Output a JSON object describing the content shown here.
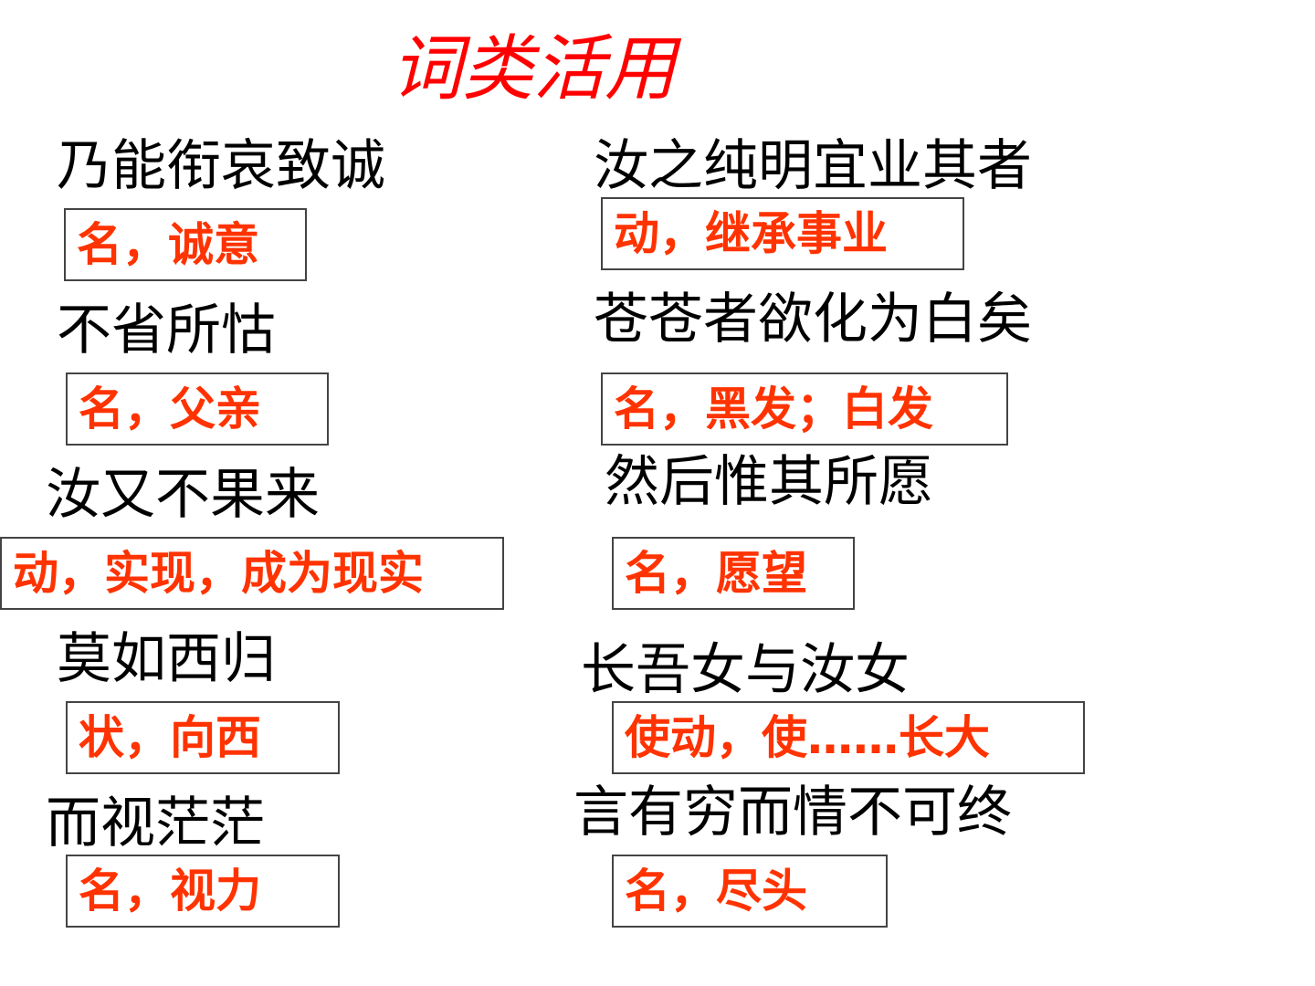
{
  "title": "词类活用",
  "colors": {
    "title": "#ff0000",
    "answer": "#ff3300",
    "phrase": "#000000",
    "box_border": "#444444"
  },
  "left_column": [
    {
      "phrase": "乃能衔哀致诚",
      "answer": "名，诚意"
    },
    {
      "phrase": "不省所怙",
      "answer": "名，父亲"
    },
    {
      "phrase": "汝又不果来",
      "answer": "动，实现，成为现实"
    },
    {
      "phrase": "莫如西归",
      "answer": "状，向西"
    },
    {
      "phrase": "而视茫茫",
      "answer": "名，视力"
    }
  ],
  "right_column": [
    {
      "phrase": "汝之纯明宜业其者",
      "answer": "动，继承事业"
    },
    {
      "phrase": "苍苍者欲化为白矣",
      "answer": "名，黑发；白发"
    },
    {
      "phrase": "然后惟其所愿",
      "answer": "名，愿望"
    },
    {
      "phrase": "长吾女与汝女",
      "answer": "使动，使……长大"
    },
    {
      "phrase": "言有穷而情不可终",
      "answer": "名，尽头"
    }
  ]
}
